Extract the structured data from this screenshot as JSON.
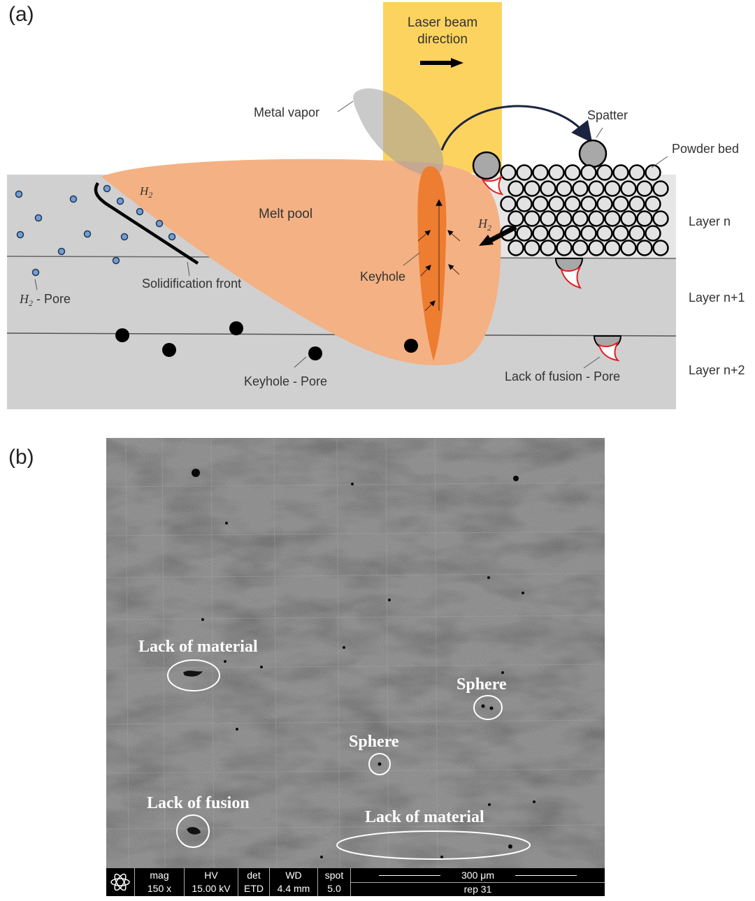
{
  "panels": {
    "a": {
      "label": "(a)",
      "labels": {
        "laser_beam": "Laser beam",
        "direction": "direction",
        "metal_vapor": "Metal vapor",
        "spatter": "Spatter",
        "powder_bed": "Powder bed",
        "melt_pool": "Melt pool",
        "h2": "H",
        "h2_sub": "2",
        "solidification_front": "Solidification front",
        "h2_pore_suffix": " - Pore",
        "keyhole": "Keyhole",
        "keyhole_pore": "Keyhole - Pore",
        "lack_of_fusion_pore": "Lack of fusion - Pore",
        "layer_n": "Layer n",
        "layer_n1": "Layer n+1",
        "layer_n2": "Layer n+2"
      },
      "colors": {
        "laser": "#fdd35f",
        "melt_pool": "#f4b183",
        "keyhole": "#ed7d31",
        "substrate": "#d0d0d0",
        "powder_layer_bg": "#e6e6e6",
        "h2_pore": "#6f9fd8",
        "lof_outline": "#e02020",
        "spatter_arrow": "#1a2440"
      }
    },
    "b": {
      "label": "(b)",
      "annotations": {
        "lack_of_material_1": "Lack of material",
        "sphere_1": "Sphere",
        "sphere_2": "Sphere",
        "lack_of_fusion": "Lack of fusion",
        "lack_of_material_2": "Lack of material"
      },
      "databar": {
        "mag_label": "mag",
        "mag_value": "150 x",
        "hv_label": "HV",
        "hv_value": "15.00 kV",
        "det_label": "det",
        "det_value": "ETD",
        "wd_label": "WD",
        "wd_value": "4.4 mm",
        "spot_label": "spot",
        "spot_value": "5.0",
        "scale_label": "300 μm",
        "rep_label": "rep 31"
      }
    }
  }
}
